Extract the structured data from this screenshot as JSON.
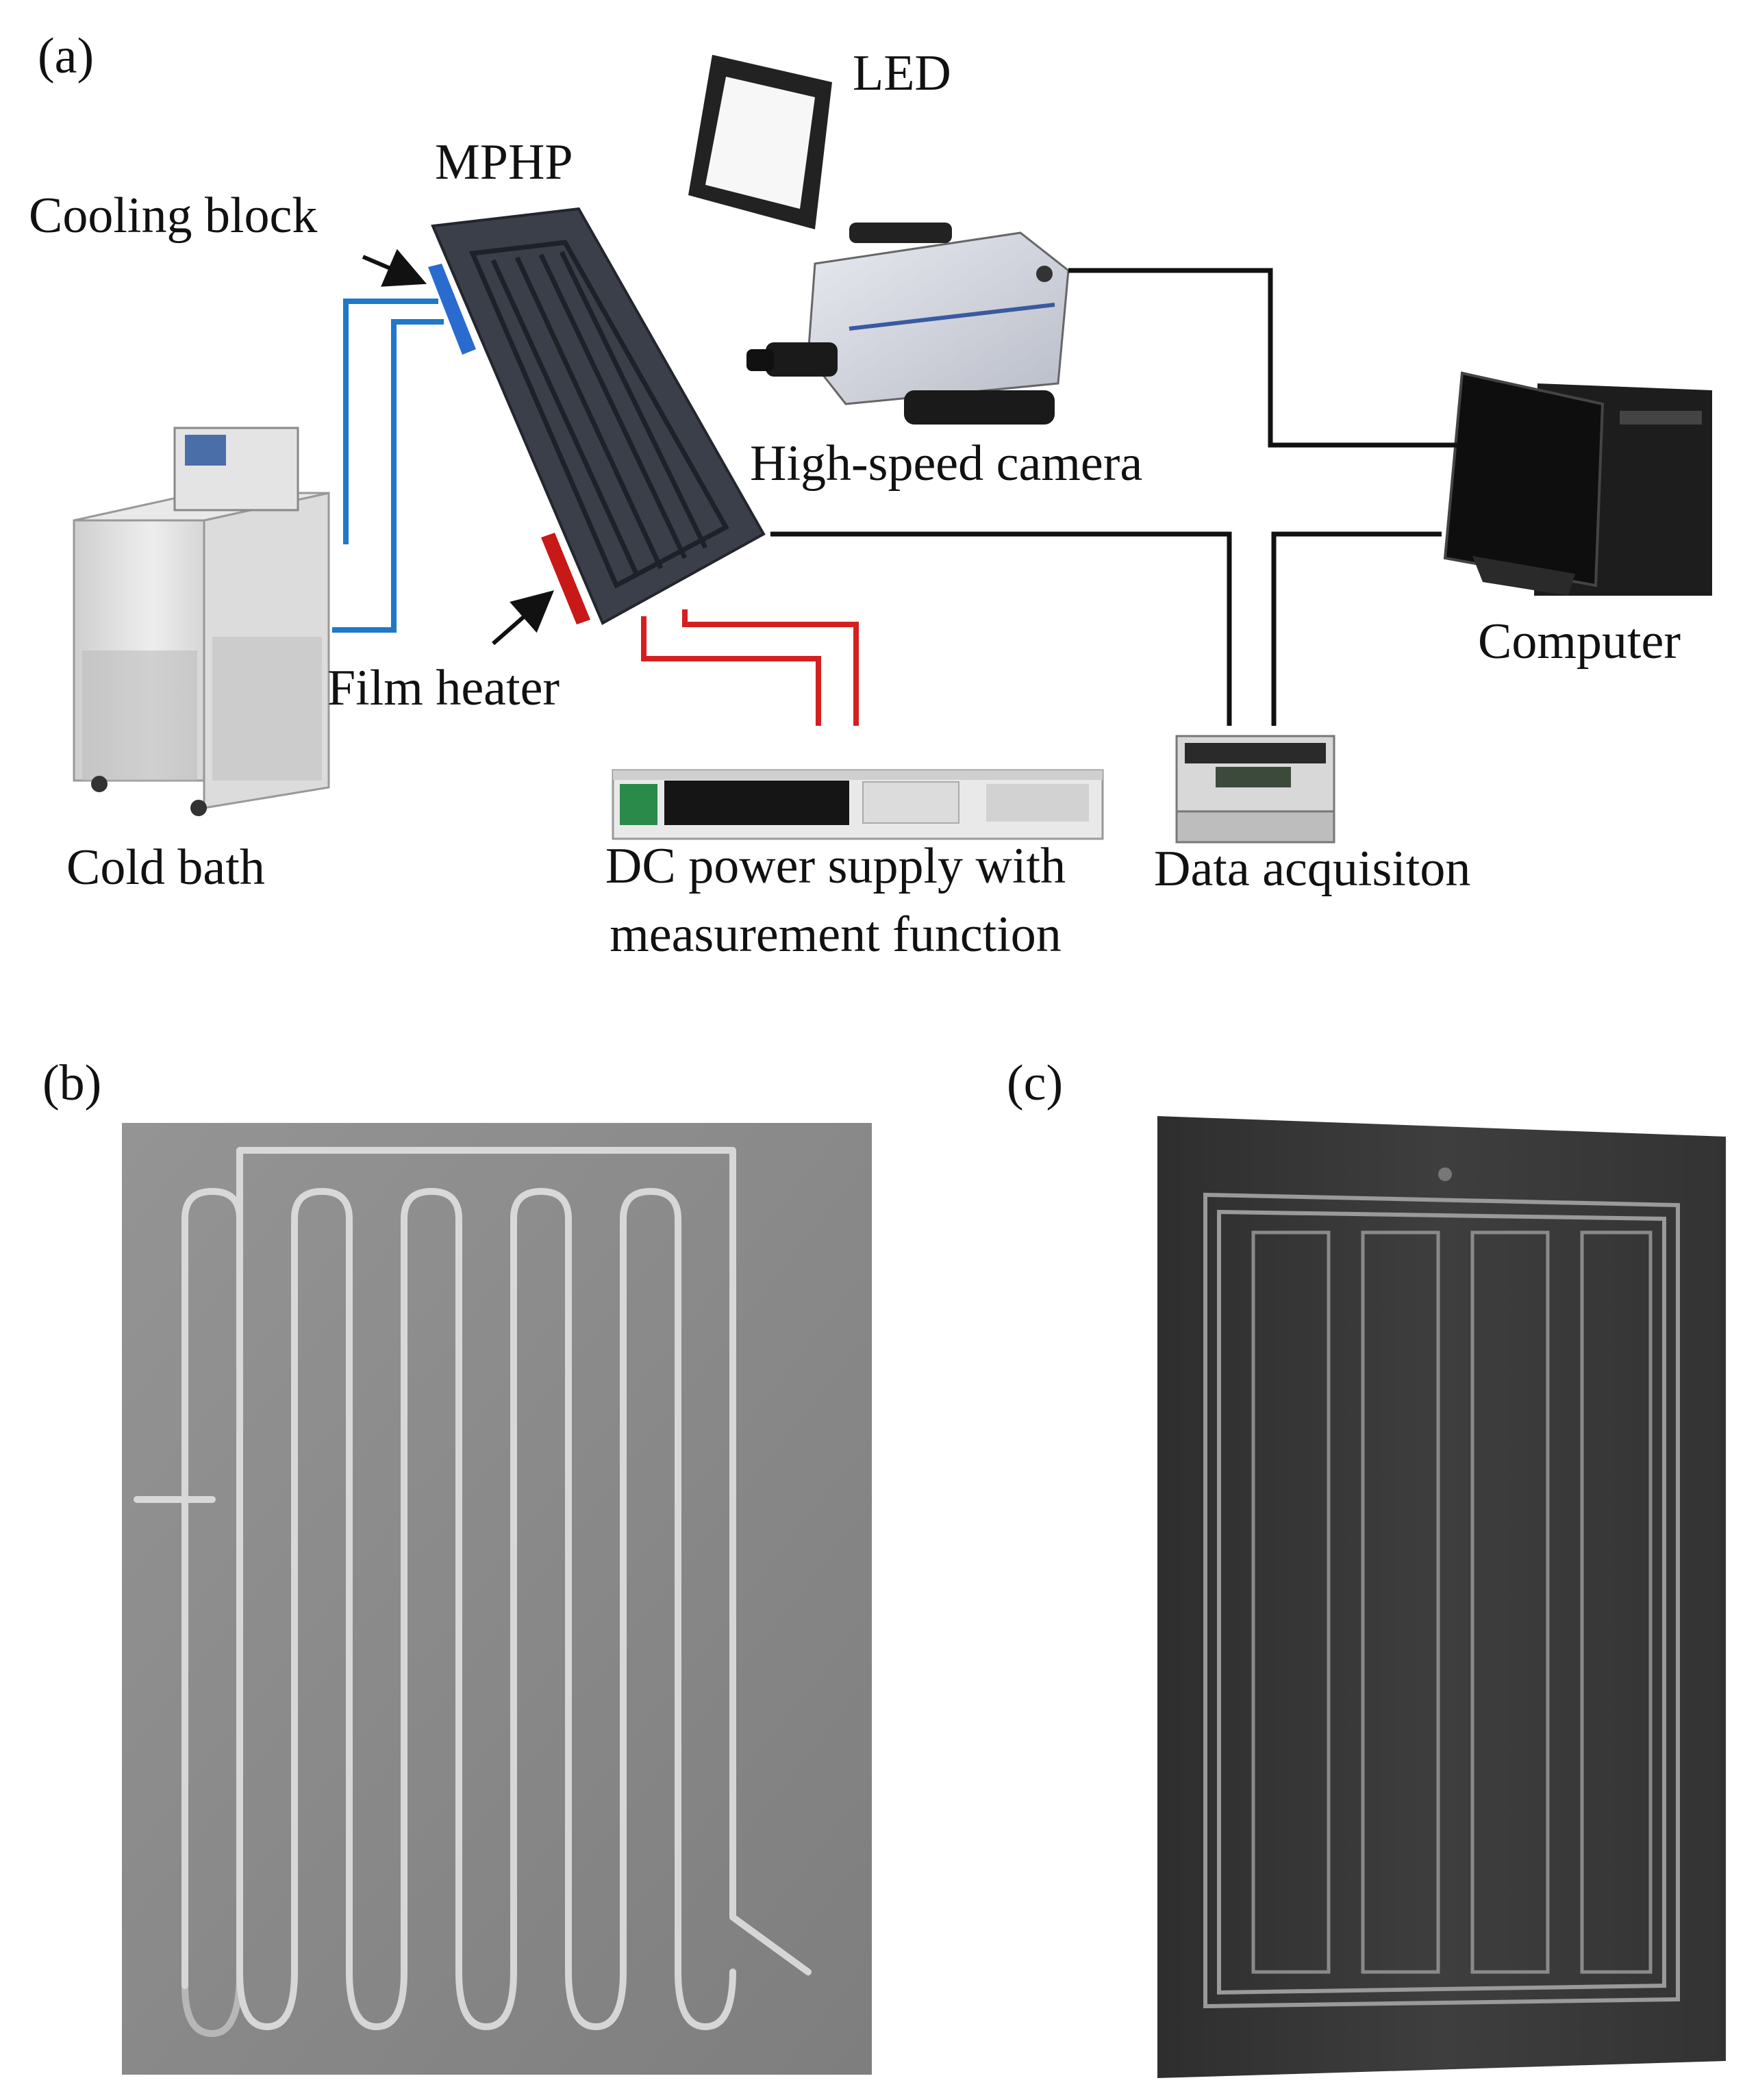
{
  "panels": {
    "a": "(a)",
    "b": "(b)",
    "c": "(c)"
  },
  "labels": {
    "led": "LED",
    "mphp": "MPHP",
    "cooling_block": "Cooling block",
    "high_speed_camera": "High-speed camera",
    "computer": "Computer",
    "film_heater": "Film heater",
    "cold_bath": "Cold bath",
    "dc_power_line1": "DC power supply with",
    "dc_power_line2": "measurement function",
    "data_acquisition": "Data acquisiton"
  },
  "colors": {
    "coolant_line": "#1f78c8",
    "heater_line": "#d42020",
    "signal_line": "#111111",
    "cooling_block": "#2a6bd0",
    "film_heater": "#c81818",
    "mphp_body": "#3a3f4a",
    "glass_background": "#8a8a8a",
    "dark_plate": "#3b3b3b"
  }
}
